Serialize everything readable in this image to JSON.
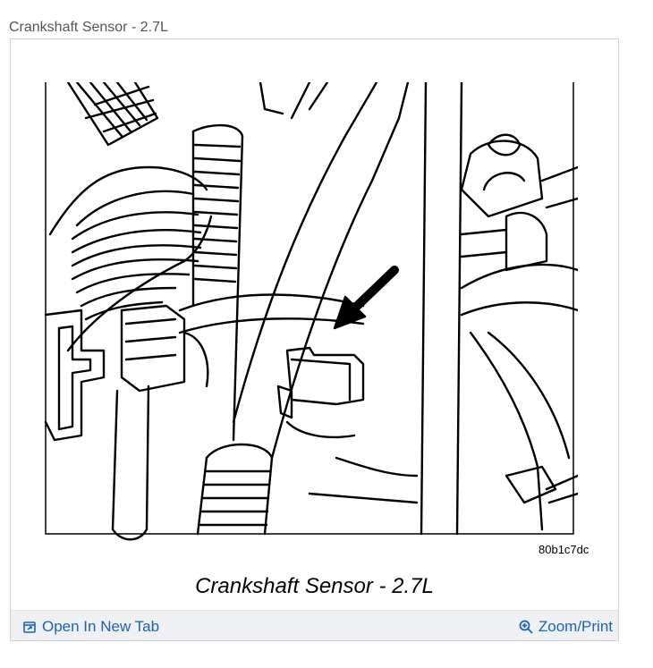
{
  "header": {
    "title": "Crankshaft Sensor - 2.7L"
  },
  "figure": {
    "code": "80b1c7dc",
    "caption": "Crankshaft Sensor - 2.7L"
  },
  "footer": {
    "open_label": "Open In New Tab",
    "zoom_label": "Zoom/Print",
    "link_color": "#1d62b5",
    "open_icon": "open-new-tab-icon",
    "zoom_icon": "zoom-in-icon"
  }
}
